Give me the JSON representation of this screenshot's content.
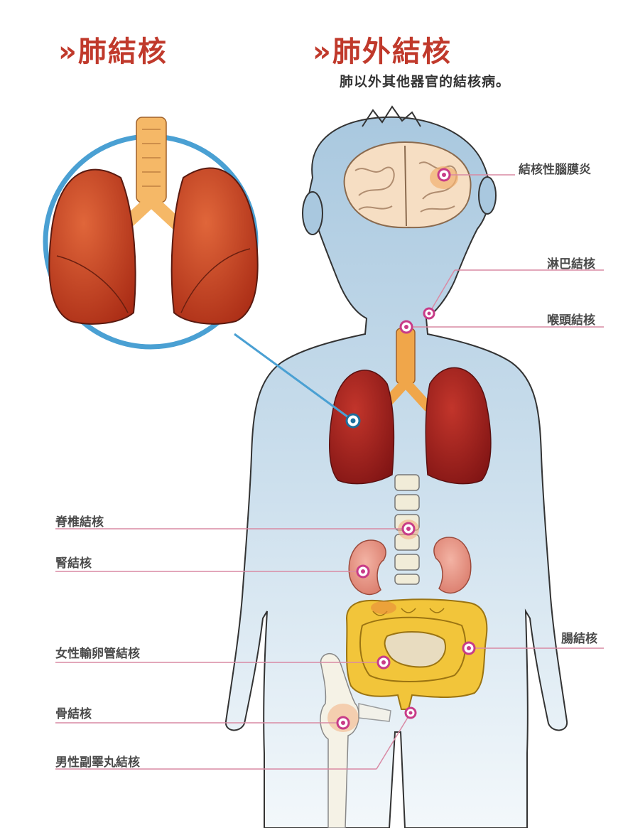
{
  "titles": {
    "left": "»肺結核",
    "right": "»肺外結核",
    "subtitle": "肺以外其他器官的結核病。"
  },
  "labels": {
    "meningitis": "結核性腦膜炎",
    "lymph": "淋巴結核",
    "larynx": "喉頭結核",
    "spine": "脊椎結核",
    "kidney": "腎結核",
    "intestine": "腸結核",
    "fallopian": "女性輸卵管結核",
    "bone": "骨結核",
    "epididymis": "男性副睪丸結核"
  },
  "colors": {
    "title_red": "#c0392b",
    "body_blue": "#b7d3e6",
    "lung_red": "#b8341c",
    "leader_pink": "#d98aa4",
    "marker_pink": "#c83c88",
    "marker_blue": "#1d6f9d",
    "intestine_yellow": "#f2c53a",
    "trachea_orange": "#f0a64a"
  }
}
